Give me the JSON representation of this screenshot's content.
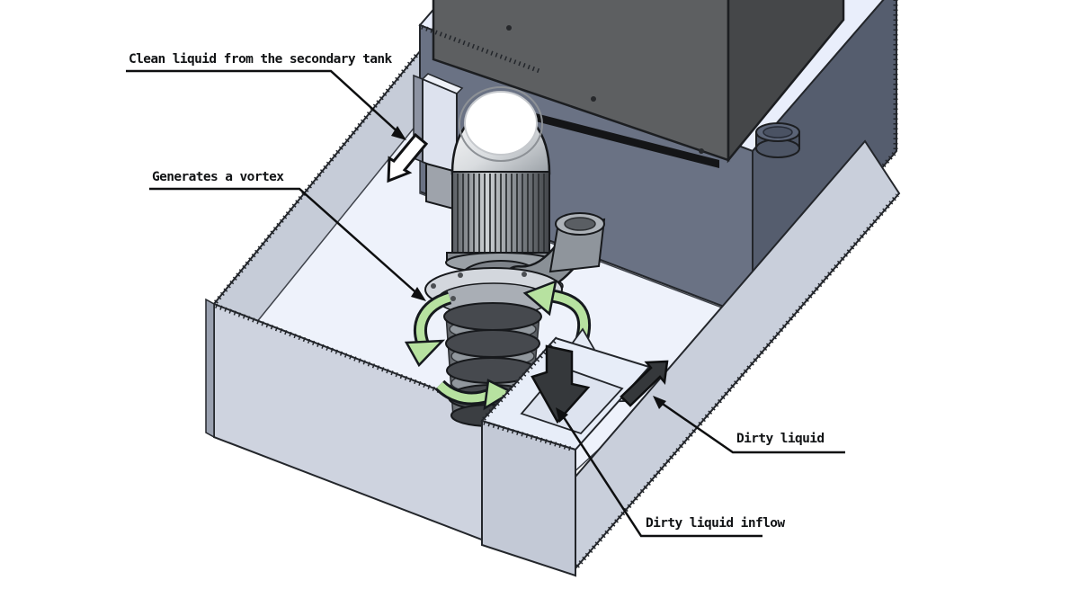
{
  "diagram": {
    "labels": {
      "clean_liquid": "Clean liquid from the secondary tank",
      "vortex": "Generates a vortex",
      "dirty_liquid": "Dirty liquid",
      "dirty_inflow": "Dirty liquid inflow"
    },
    "colors": {
      "background": "#ffffff",
      "tank_front_wall": "#ced3df",
      "tank_floor": "#eef2fb",
      "tank_inner_wall": "#c9cfdb",
      "secondary_tank_front": "#6a7284",
      "secondary_tank_side": "#555d6e",
      "secondary_tank_top": "#e9eefb",
      "control_box_front": "#5d5f61",
      "control_box_side": "#454749",
      "vortex_arrow_green": "#b7e2a0",
      "flow_arrow_black": "#35383b",
      "outline": "#1a1d21"
    }
  }
}
